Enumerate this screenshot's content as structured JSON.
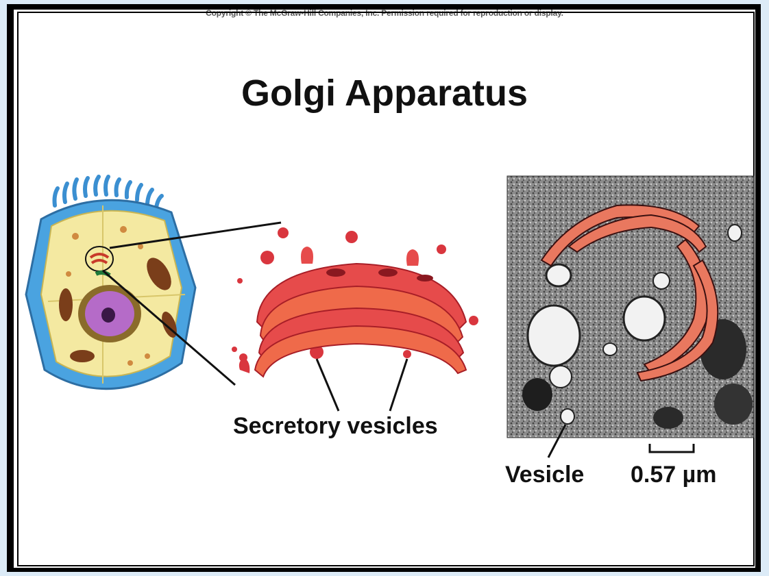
{
  "copyright": "Copyright © The McGraw-Hill Companies, Inc. Permission required for reproduction or display.",
  "title": "Golgi Apparatus",
  "labels": {
    "secretory_vesicles": "Secretory vesicles",
    "vesicle": "Vesicle",
    "scale": "0.57 µm"
  },
  "colors": {
    "background": "#dcebf7",
    "golgi_red": "#e64b4b",
    "cell_blue": "#4aa3e0",
    "cytoplasm_yellow": "#f4e9a1",
    "nucleus_purple": "#b56bc8"
  }
}
